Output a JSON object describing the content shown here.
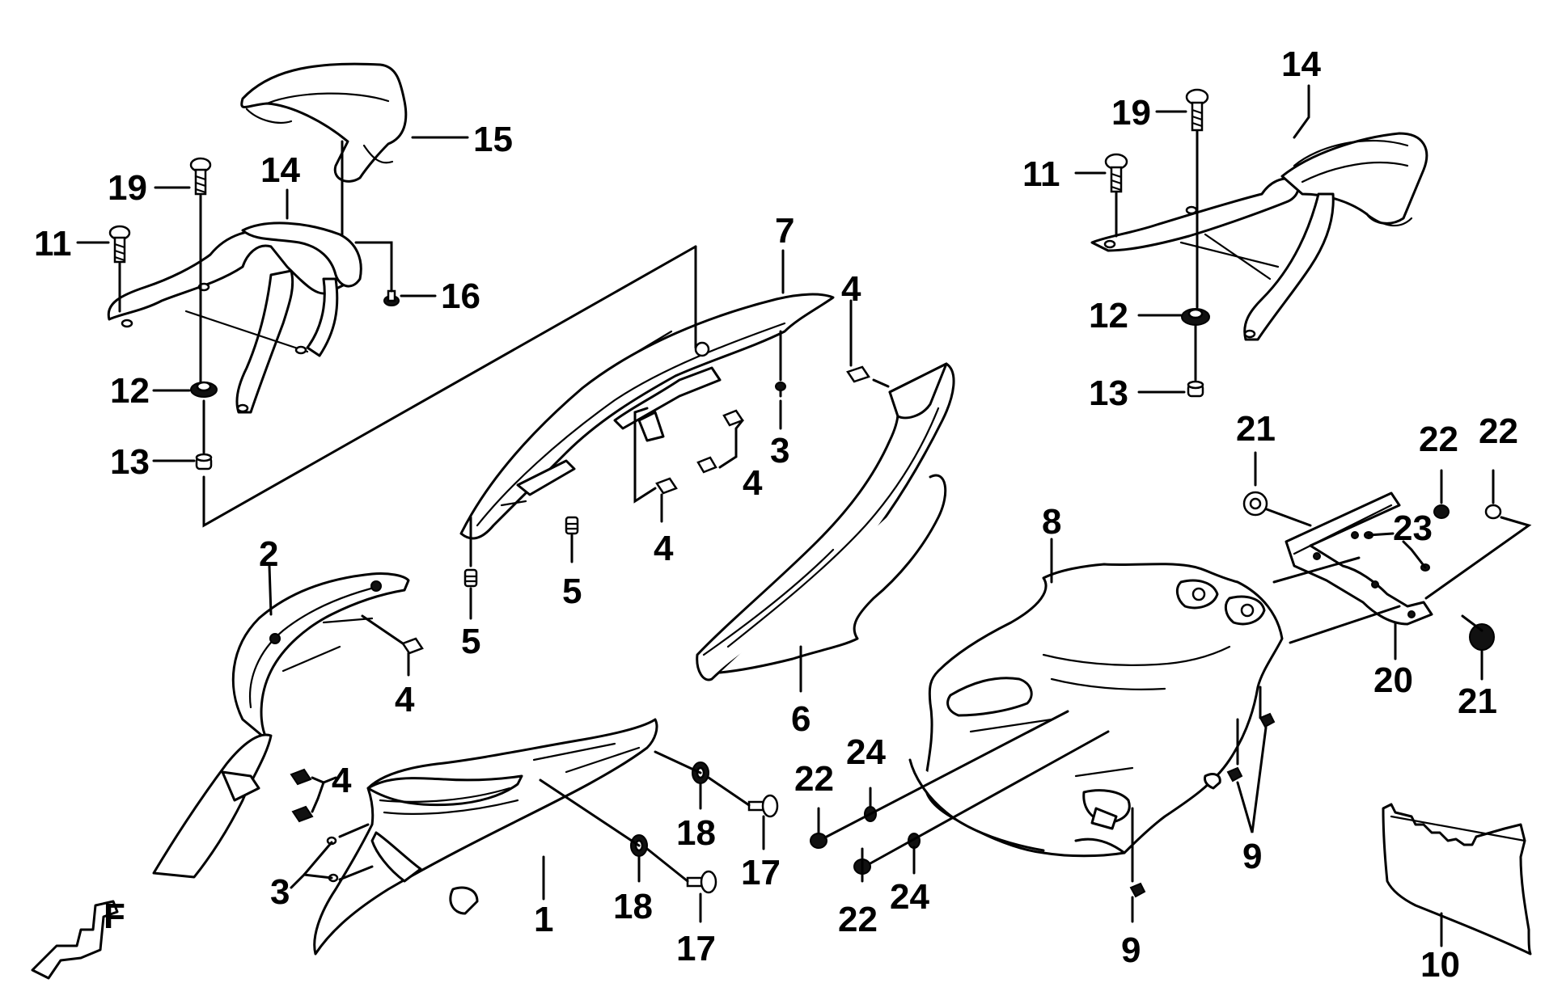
{
  "callouts": {
    "c1": "1",
    "c2": "2",
    "c3a": "3",
    "c3b": "3",
    "c4a": "4",
    "c4b": "4",
    "c4c": "4",
    "c4d": "4",
    "c4e": "4",
    "c5a": "5",
    "c5b": "5",
    "c6": "6",
    "c7": "7",
    "c8": "8",
    "c9a": "9",
    "c9b": "9",
    "c10": "10",
    "c11a": "11",
    "c11b": "11",
    "c12a": "12",
    "c12b": "12",
    "c13a": "13",
    "c13b": "13",
    "c14a": "14",
    "c14b": "14",
    "c15": "15",
    "c16": "16",
    "c17a": "17",
    "c17b": "17",
    "c18a": "18",
    "c18b": "18",
    "c19a": "19",
    "c19b": "19",
    "c20": "20",
    "c21a": "21",
    "c21b": "21",
    "c22a": "22",
    "c22b": "22",
    "c22c": "22",
    "c22d": "22",
    "c23": "23",
    "c24a": "24",
    "c24b": "24"
  },
  "front_marker": "F"
}
